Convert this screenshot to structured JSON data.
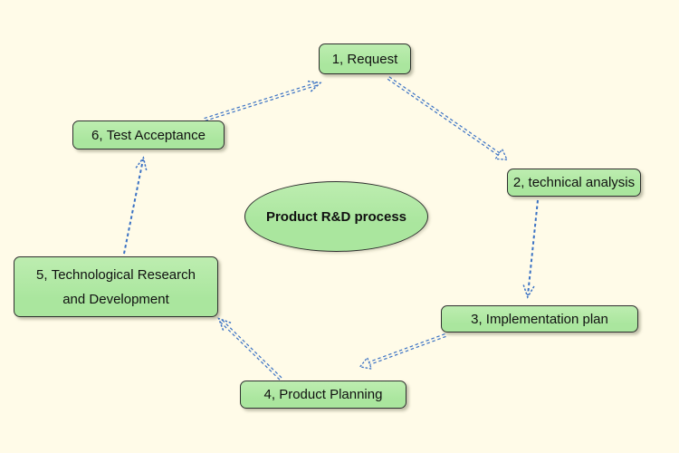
{
  "diagram": {
    "center_label": "Product R&D process",
    "colors": {
      "background": "#FFFBE8",
      "node_fill": "#AAE69E",
      "node_fill_light": "#BDEDB0",
      "node_border": "#2F2F2F",
      "arrow": "#3B72C4",
      "text": "#111111"
    },
    "nodes": [
      {
        "id": "1",
        "label": "1、Request"
      },
      {
        "id": "2",
        "label": "2、technical analysis"
      },
      {
        "id": "3",
        "label": "3、Implementation plan"
      },
      {
        "id": "4",
        "label": "4、Product Planning"
      },
      {
        "id": "5",
        "label": "5、Technological Research and Development"
      },
      {
        "id": "6",
        "label": "6、Test Acceptance"
      }
    ],
    "connectors": [
      {
        "from": "1",
        "to": "2"
      },
      {
        "from": "2",
        "to": "3"
      },
      {
        "from": "3",
        "to": "4"
      },
      {
        "from": "4",
        "to": "5"
      },
      {
        "from": "5",
        "to": "6"
      },
      {
        "from": "6",
        "to": "1"
      }
    ]
  }
}
